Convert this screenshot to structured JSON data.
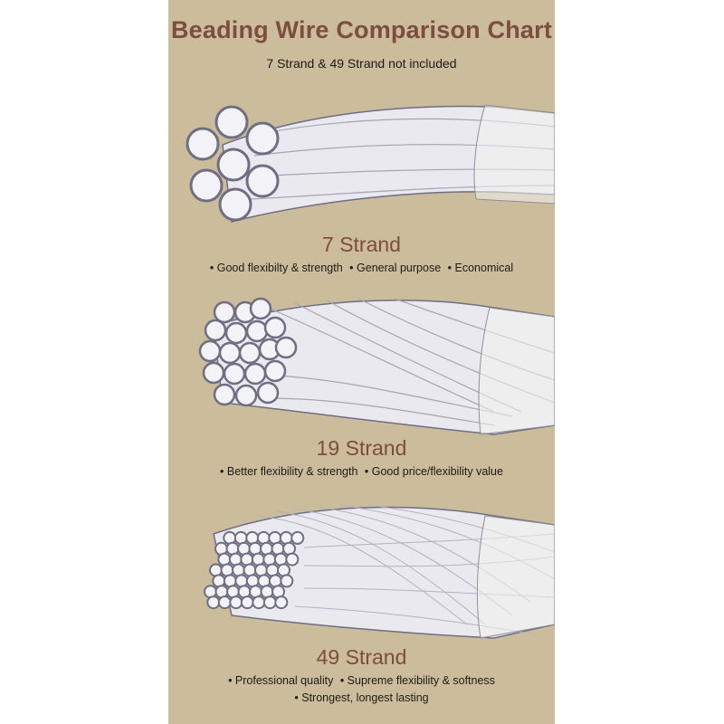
{
  "title": "Beading Wire Comparison Chart",
  "subtitle": "7 Strand & 49 Strand not included",
  "colors": {
    "background": "#cbbc9c",
    "heading": "#7d4d3e",
    "text": "#1f1a16",
    "wire": "#f2f2f6",
    "wire_outline": "#6f6e82"
  },
  "sections": [
    {
      "heading": "7 Strand",
      "features": [
        "Good flexibilty & strength",
        "General purpose",
        "Economical"
      ]
    },
    {
      "heading": "19 Strand",
      "features": [
        "Better flexibility & strength",
        "Good price/flexibility value"
      ]
    },
    {
      "heading": "49 Strand",
      "features": [
        "Professional quality",
        "Supreme flexibility & softness",
        "Strongest, longest lasting"
      ]
    }
  ]
}
